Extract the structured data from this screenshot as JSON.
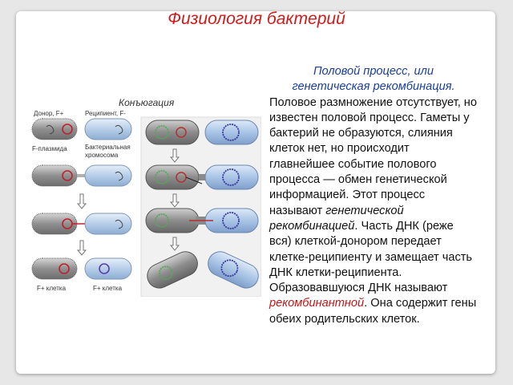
{
  "slide_title": "Физиология бактерий",
  "text": {
    "heading_line1": "Половой процесс,  или",
    "heading_line2": "генетическая рекомбинация.",
    "p1": "Половое размножение отсутствует, но известен половой процесс. Гаметы у бактерий не образуются, слияния клеток нет, но происходит главнейшее событие полового процесса — обмен генетической информацией. Этот процесс называют ",
    "term1": "генетической рекомбинацией",
    "p2": ". Часть ДНК (реже вся) клеткой-донором передает клетке-реципиенту и замещает часть ДНК клетки-реципиента. Образовавшуюся ДНК называют ",
    "term2": "рекомбинантной",
    "p3": ". Она содержит гены обеих родительских клеток."
  },
  "figure": {
    "title": "Конъюгация",
    "donor_label": "Донор, F+",
    "recipient_label": "Реципиент, F-",
    "plasmid_label": "F-плазмида",
    "chromosome_label_1": "Бактериальная",
    "chromosome_label_2": "хромосома",
    "result_left_label": "F+ клетка",
    "result_right_label": "F+ клетка"
  },
  "colors": {
    "title_red": "#d11a1a",
    "heading_blue": "#1a3f9a",
    "donor_cell": "#9a9a9a",
    "recipient_cell": "#b9cfe8",
    "plasmid_red": "#c0202c",
    "chromosome_blue": "#3a3aa0"
  }
}
